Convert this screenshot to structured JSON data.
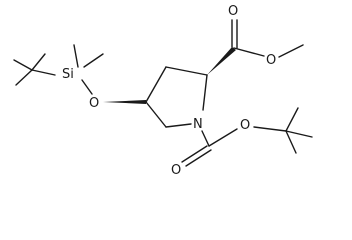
{
  "molecule": {
    "atoms": {
      "si": "Si",
      "o_ether": "O",
      "n_ring": "N",
      "o_ester_carbonyl": "O",
      "o_ester_single": "O",
      "o_boc_carbonyl": "O",
      "o_boc_single": "O"
    }
  }
}
